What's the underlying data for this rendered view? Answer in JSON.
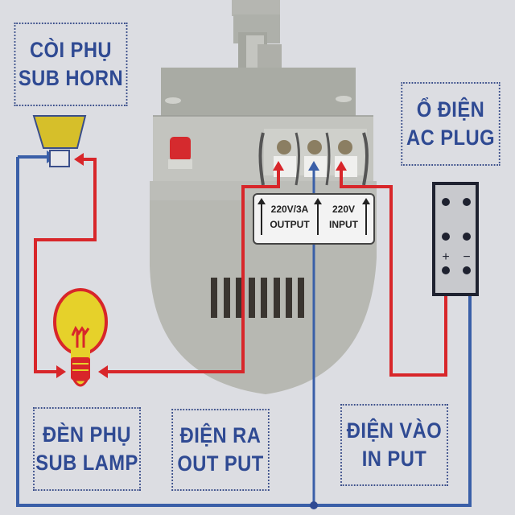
{
  "labels": {
    "sub_horn": {
      "line1": "CÒI PHỤ",
      "line2": "SUB HORN"
    },
    "ac_plug": {
      "line1": "Ổ ĐIỆN",
      "line2": "AC PLUG"
    },
    "sub_lamp": {
      "line1": "ĐÈN PHỤ",
      "line2": "SUB LAMP"
    },
    "output": {
      "line1": "ĐIỆN RA",
      "line2": "OUT PUT"
    },
    "input": {
      "line1": "ĐIỆN VÀO",
      "line2": "IN PUT"
    }
  },
  "terminal_panel": {
    "output_rating": "220V/3A",
    "output_label": "OUTPUT",
    "input_rating": "220V",
    "input_label": "INPUT"
  },
  "plug": {
    "plus": "+",
    "minus": "−"
  },
  "colors": {
    "live_wire": "#d8262a",
    "neutral_wire": "#3a5fa8",
    "label_text": "#2f4a93",
    "bulb_fill": "#e6d12a",
    "horn_fill": "#d6bf2a",
    "device_body": "#b9bab4",
    "background": "#dcdde2"
  }
}
